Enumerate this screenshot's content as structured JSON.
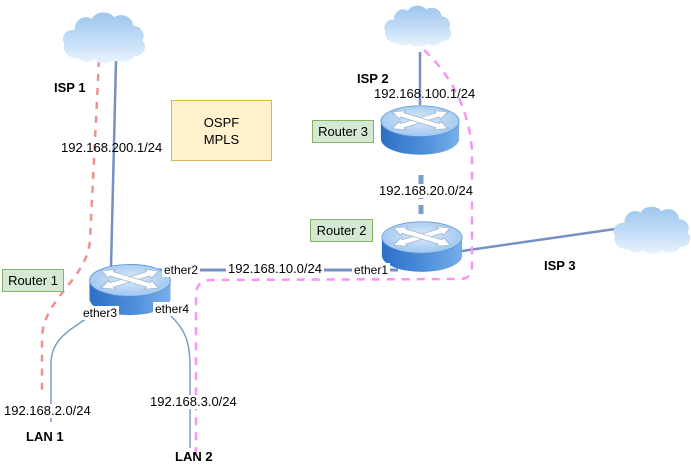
{
  "diagram": {
    "clouds": {
      "isp1": {
        "label": "ISP 1"
      },
      "isp2": {
        "label": "ISP 2"
      },
      "isp3": {
        "label": "ISP 3"
      }
    },
    "routers": {
      "router1": {
        "label": "Router 1"
      },
      "router2": {
        "label": "Router 2"
      },
      "router3": {
        "label": "Router 3"
      }
    },
    "protocol_box": {
      "line1": "OSPF",
      "line2": "MPLS"
    },
    "networks": {
      "isp1_link": "192.168.200.1/24",
      "isp2_link": "192.168.100.1/24",
      "router3_router2": "192.168.20.0/24",
      "router1_router2": "192.168.10.0/24",
      "lan1_net": "192.168.2.0/24",
      "lan2_net": "192.168.3.0/24"
    },
    "interfaces": {
      "ether1": "ether1",
      "ether2": "ether2",
      "ether3": "ether3",
      "ether4": "ether4"
    },
    "lans": {
      "lan1": {
        "label": "LAN 1"
      },
      "lan2": {
        "label": "LAN 2"
      }
    },
    "colors": {
      "cloud_fill_top": "#9EC6EF",
      "cloud_fill_bottom": "#E6F1FC",
      "router_body_blue": "#2D6FC5",
      "router_top_blue": "#A9CDF2",
      "label_box_fill": "#D5E8D4",
      "label_box_border": "#82B366",
      "protocol_box_fill": "#FFF2CC",
      "protocol_box_border": "#D6B656",
      "link_solid_blue": "#7590C2",
      "link_thin_blue": "#7E9CC8",
      "dashed_red": "#F0908D",
      "dashed_pink": "#FA93F3",
      "dashed_blue": "#7E9CC8"
    }
  }
}
